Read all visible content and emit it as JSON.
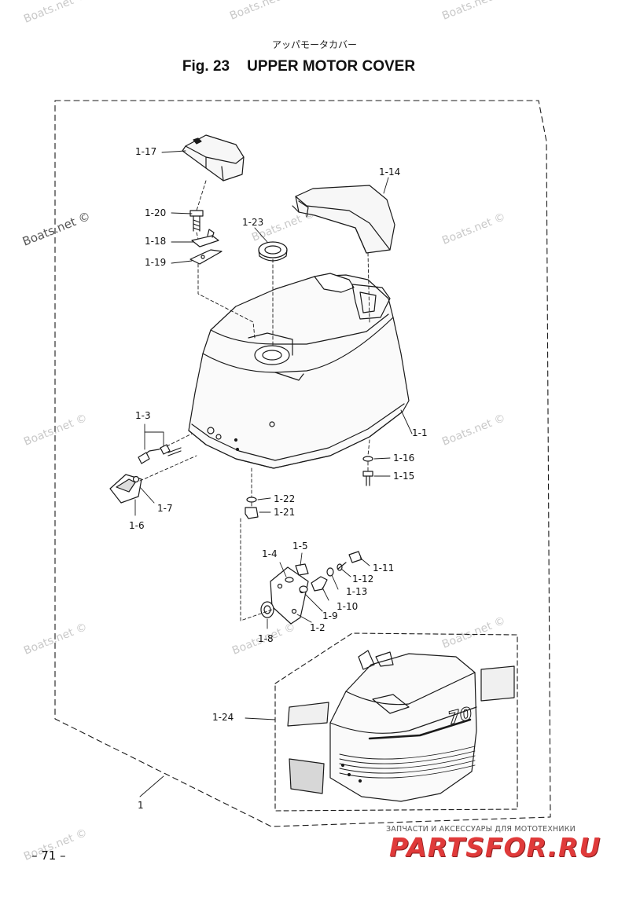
{
  "header": {
    "japanese_title": "アッパモータカバー",
    "figure_number": "Fig. 23",
    "figure_title": "UPPER MOTOR COVER"
  },
  "watermark": {
    "text": "Boats.net",
    "text_with_copyright": "Boats.net ©"
  },
  "callouts": {
    "c1_17": "1-17",
    "c1_14": "1-14",
    "c1_20": "1-20",
    "c1_23": "1-23",
    "c1_18": "1-18",
    "c1_19": "1-19",
    "c1_3": "1-3",
    "c1_1": "1-1",
    "c1_16": "1-16",
    "c1_15": "1-15",
    "c1_7": "1-7",
    "c1_6": "1-6",
    "c1_22": "1-22",
    "c1_21": "1-21",
    "c1_4": "1-4",
    "c1_5": "1-5",
    "c1_11": "1-11",
    "c1_12": "1-12",
    "c1_13": "1-13",
    "c1_10": "1-10",
    "c1_9": "1-9",
    "c1_2": "1-2",
    "c1_8": "1-8",
    "c1_24": "1-24",
    "c1": "1"
  },
  "decal_text": "70",
  "footer": {
    "page_number": "– 71 –",
    "shop_caption": "ЗАПЧАСТИ И АКСЕССУАРЫ ДЛЯ МОТОТЕХНИКИ",
    "shop_logo": "PARTSFOR.RU"
  },
  "colors": {
    "line": "#1a1a1a",
    "watermark": "#c9c9c9",
    "logo": "#e03a3a"
  }
}
